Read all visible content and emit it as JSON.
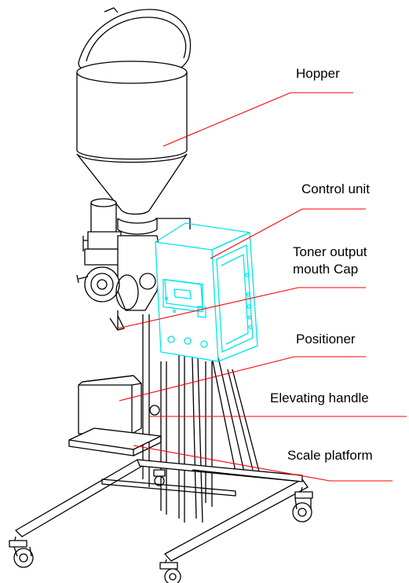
{
  "labels": {
    "hopper": "Hopper",
    "control_unit": "Control unit",
    "toner_output_line1": "Toner output",
    "toner_output_line2": "mouth  Cap",
    "positioner": "Positioner",
    "elevating_handle": "Elevating handle",
    "scale_platform": "Scale platform"
  },
  "colors": {
    "leader_line": "#ff0000",
    "control_unit_outline": "#00e5ee",
    "machine_outline": "#000000",
    "background": "#ffffff"
  }
}
